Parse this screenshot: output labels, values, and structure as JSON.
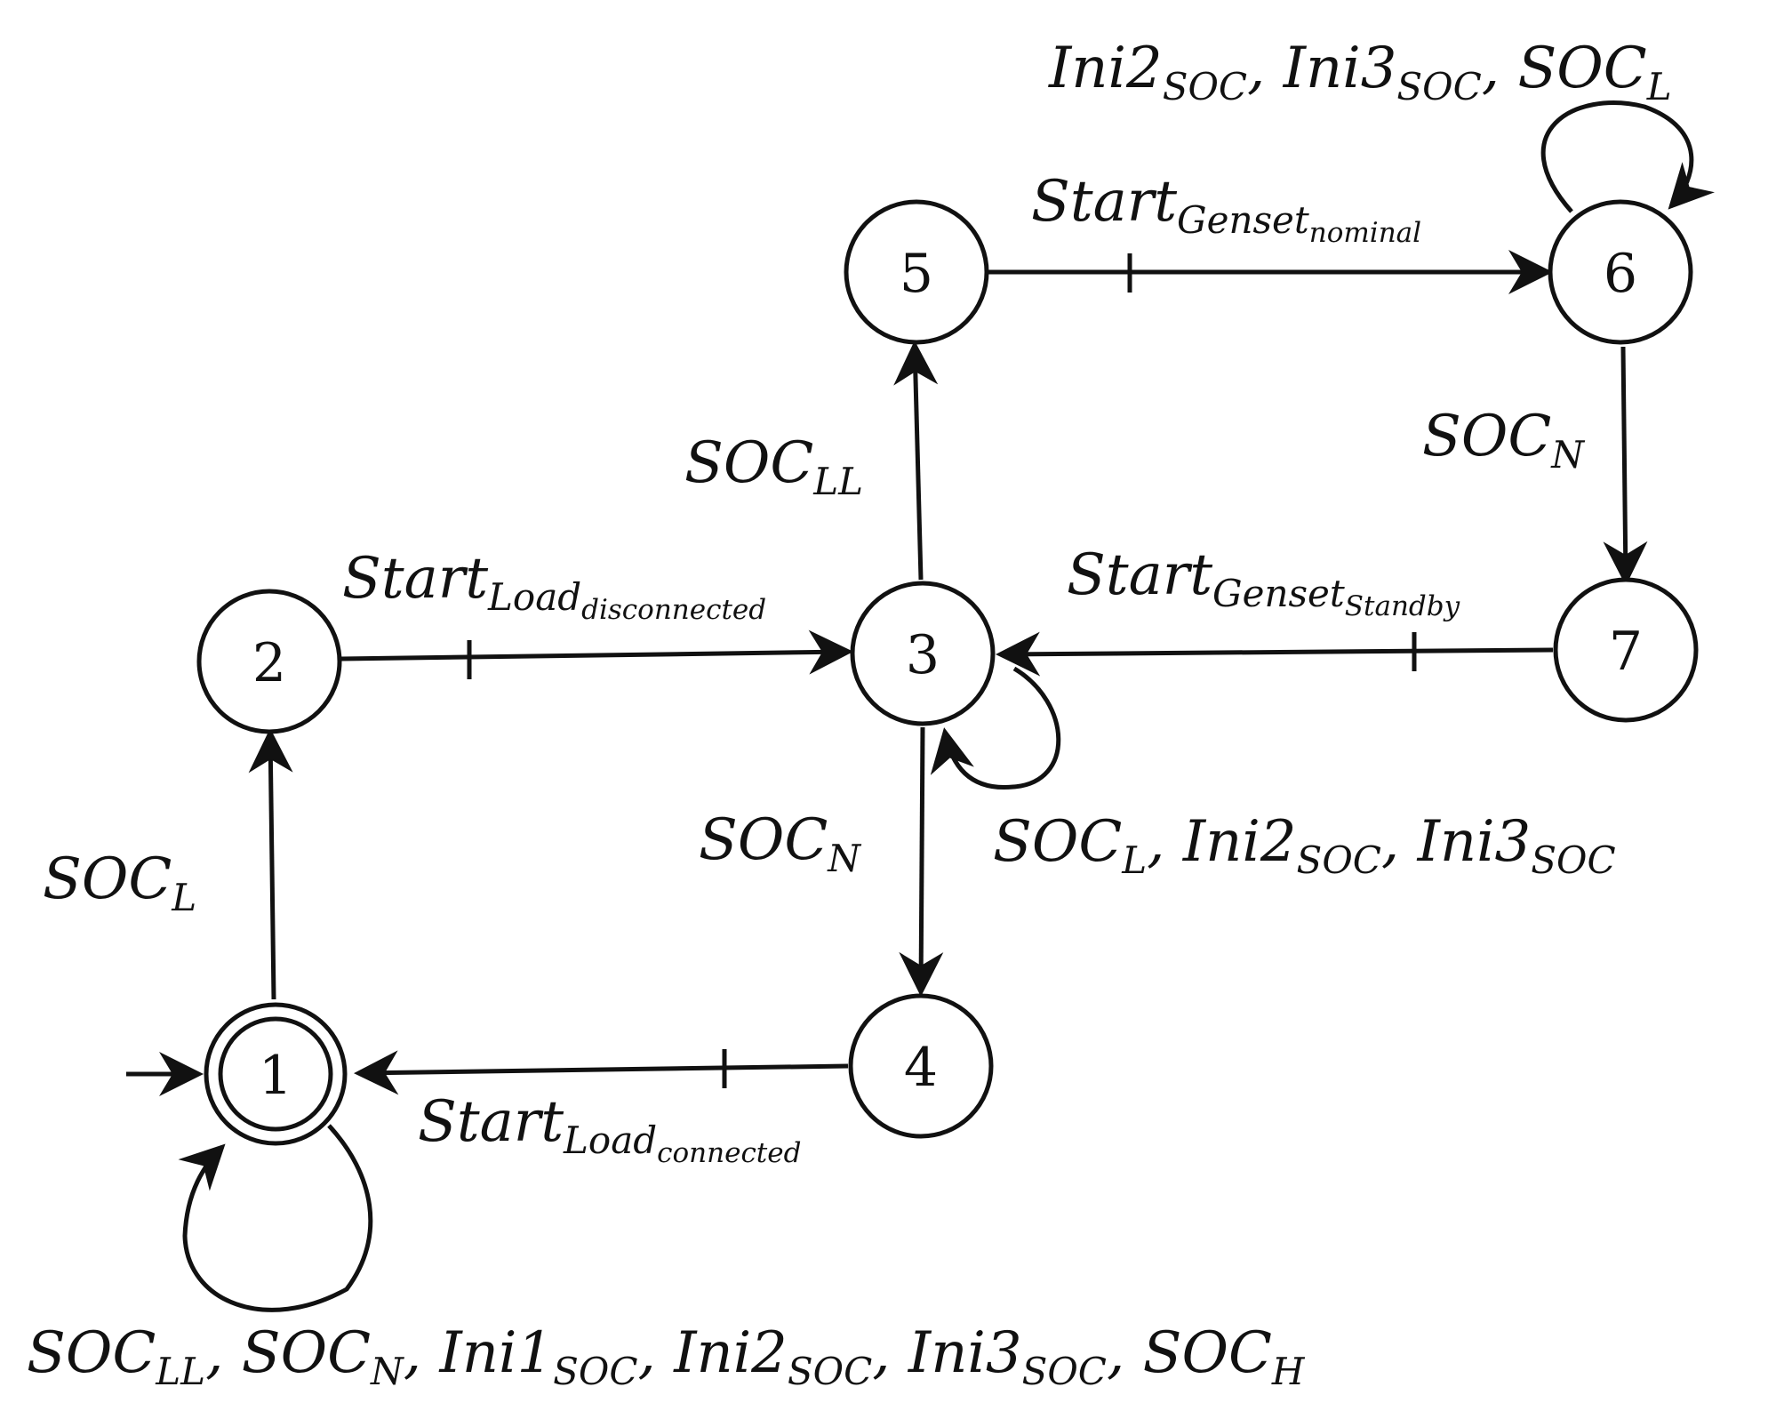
{
  "states": [
    {
      "id": "1",
      "label": "1",
      "accepting": true,
      "initial": true
    },
    {
      "id": "2",
      "label": "2"
    },
    {
      "id": "3",
      "label": "3"
    },
    {
      "id": "4",
      "label": "4"
    },
    {
      "id": "5",
      "label": "5"
    },
    {
      "id": "6",
      "label": "6"
    },
    {
      "id": "7",
      "label": "7"
    }
  ],
  "transitions": {
    "t1_2": {
      "from": "1",
      "to": "2",
      "parts": [
        {
          "t": "SOC"
        },
        {
          "t": "L",
          "sub": true
        }
      ]
    },
    "t2_3": {
      "from": "2",
      "to": "3",
      "controllable_mark": true,
      "parts": [
        {
          "t": "Start"
        },
        {
          "t": "Load",
          "sub": true
        },
        {
          "t": "disconnected",
          "subsub": true
        }
      ]
    },
    "t3_5": {
      "from": "3",
      "to": "5",
      "parts": [
        {
          "t": "SOC"
        },
        {
          "t": "LL",
          "sub": true
        }
      ]
    },
    "t5_6": {
      "from": "5",
      "to": "6",
      "controllable_mark": true,
      "parts": [
        {
          "t": "Start"
        },
        {
          "t": "Genset",
          "sub": true
        },
        {
          "t": "nominal",
          "subsub": true
        }
      ]
    },
    "t6_self": {
      "from": "6",
      "to": "6",
      "parts": [
        {
          "t": "Ini2"
        },
        {
          "t": "SOC",
          "sub": true
        },
        {
          "t": ", Ini3"
        },
        {
          "t": "SOC",
          "sub": true
        },
        {
          "t": ", SOC"
        },
        {
          "t": "L",
          "sub": true
        }
      ]
    },
    "t6_7": {
      "from": "6",
      "to": "7",
      "parts": [
        {
          "t": "SOC"
        },
        {
          "t": "N",
          "sub": true
        }
      ]
    },
    "t7_3": {
      "from": "7",
      "to": "3",
      "controllable_mark": true,
      "parts": [
        {
          "t": "Start"
        },
        {
          "t": "Genset",
          "sub": true
        },
        {
          "t": "Standby",
          "subsub": true
        }
      ]
    },
    "t3_self": {
      "from": "3",
      "to": "3",
      "parts": [
        {
          "t": "SOC"
        },
        {
          "t": "L",
          "sub": true
        },
        {
          "t": ", Ini2"
        },
        {
          "t": "SOC",
          "sub": true
        },
        {
          "t": ", Ini3"
        },
        {
          "t": "SOC",
          "sub": true
        }
      ]
    },
    "t3_4": {
      "from": "3",
      "to": "4",
      "parts": [
        {
          "t": "SOC"
        },
        {
          "t": "N",
          "sub": true
        }
      ]
    },
    "t4_1": {
      "from": "4",
      "to": "1",
      "controllable_mark": true,
      "parts": [
        {
          "t": "Start"
        },
        {
          "t": "Load",
          "sub": true
        },
        {
          "t": "connected",
          "subsub": true
        }
      ]
    },
    "t1_self": {
      "from": "1",
      "to": "1",
      "parts": [
        {
          "t": "SOC"
        },
        {
          "t": "LL",
          "sub": true
        },
        {
          "t": ", SOC"
        },
        {
          "t": "N",
          "sub": true
        },
        {
          "t": ", Ini1"
        },
        {
          "t": "SOC",
          "sub": true
        },
        {
          "t": ", Ini2"
        },
        {
          "t": "SOC",
          "sub": true
        },
        {
          "t": ", Ini3"
        },
        {
          "t": "SOC",
          "sub": true
        },
        {
          "t": ", SOC"
        },
        {
          "t": "H",
          "sub": true
        }
      ]
    }
  }
}
